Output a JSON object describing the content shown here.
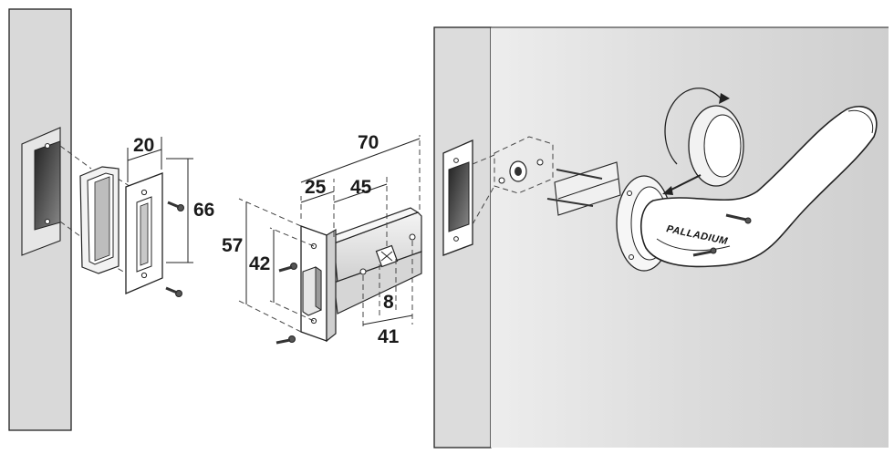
{
  "dimensions": {
    "strike_width": "20",
    "strike_height": "66",
    "overall_length": "70",
    "faceplate_offset": "25",
    "backset": "45",
    "faceplate_height": "57",
    "screw_spacing": "42",
    "spindle": "8",
    "case_length": "41"
  },
  "brand": "PALLADIUM",
  "colors": {
    "door_edge_left": "#d8d8d8",
    "door_face": "#d9d9d9",
    "outline": "#222222"
  }
}
